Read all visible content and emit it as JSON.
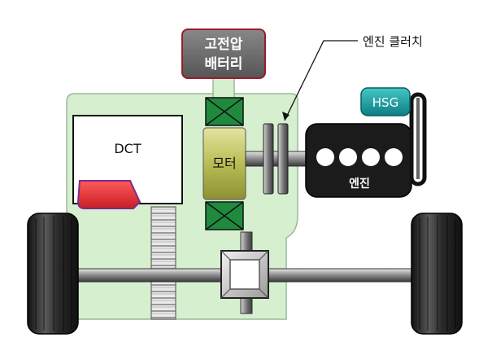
{
  "labels": {
    "battery_line1": "고전압",
    "battery_line2": "배터리",
    "engine_clutch": "엔진 클러치",
    "hsg": "HSG",
    "dct": "DCT",
    "motor": "모터",
    "engine": "엔진"
  },
  "colors": {
    "module_fill": "#d6f0cf",
    "module_stroke": "#9bb89a",
    "battery_fill": "#6f6f6f",
    "battery_stroke": "#9b1c2a",
    "motor_winding": "#1f8a3e",
    "motor_rotor": "#c3c66a",
    "hsg_fill": "#0f9fa3",
    "engine_fill": "#1b1b1b",
    "dct_actuator": "#e2333a",
    "tire": "#222222"
  }
}
